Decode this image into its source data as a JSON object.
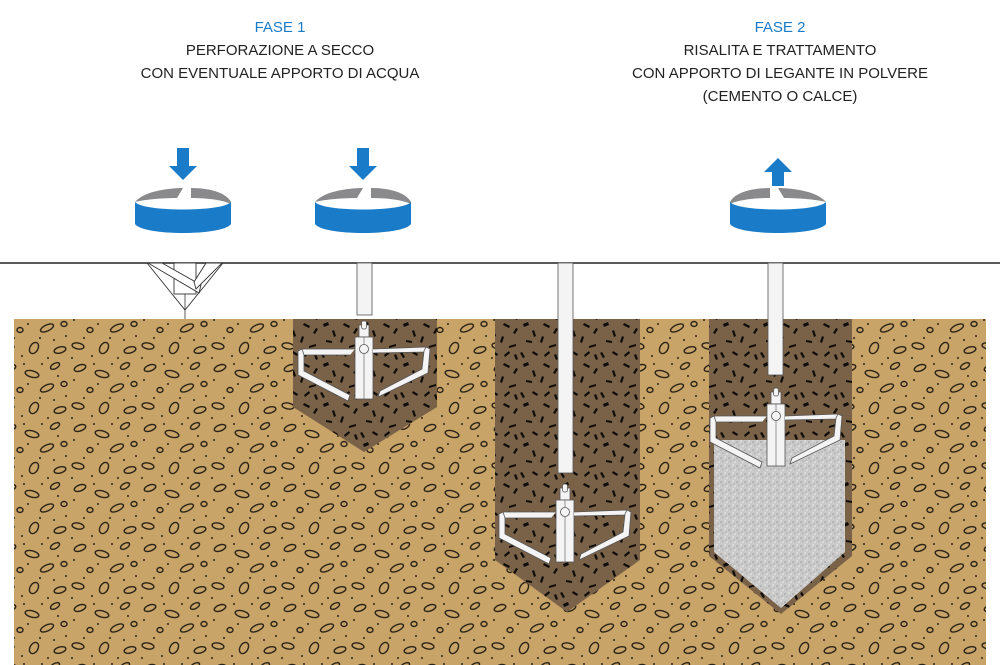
{
  "phases": [
    {
      "title": "FASE 1",
      "lines": [
        "PERFORAZIONE A SECCO",
        "CON EVENTUALE APPORTO DI ACQUA"
      ],
      "rotation_icons": [
        {
          "arrow": "down"
        },
        {
          "arrow": "down"
        }
      ]
    },
    {
      "title": "FASE 2",
      "lines": [
        "RISALITA E TRATTAMENTO",
        "CON APPORTO DI LEGANTE IN POLVERE",
        "(CEMENTO O CALCE)"
      ],
      "rotation_icons": [
        {
          "arrow": "up"
        }
      ]
    }
  ],
  "stages": [
    {
      "name": "tool-above-ground",
      "hole": "none"
    },
    {
      "name": "shallow-drilling",
      "hole": "mixed-soil"
    },
    {
      "name": "full-depth-drilling",
      "hole": "mixed-soil"
    },
    {
      "name": "rising-treatment",
      "hole": "treated-column",
      "treated_fraction": 0.65
    }
  ],
  "colors": {
    "accent_blue": "#1a7cc8",
    "arrow_gray": "#8a8a8c",
    "soil": "#c9a468",
    "mixed_soil": "#7a6248",
    "treated_column": "#c8c8c8",
    "tool": "#f4f4f4",
    "text": "#222222"
  }
}
